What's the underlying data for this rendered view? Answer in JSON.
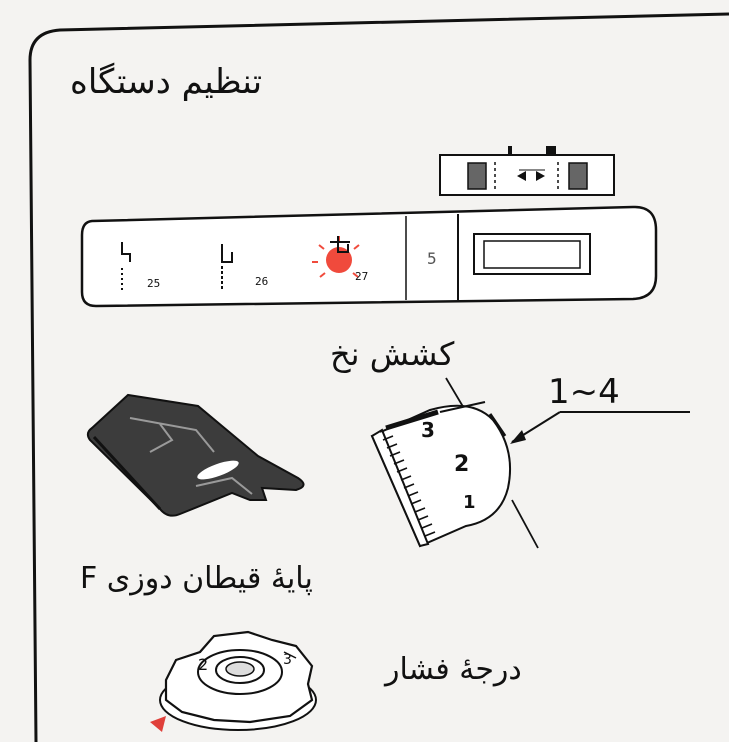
{
  "title": "تنظیم دستگاه",
  "stitch_panel": {
    "numbers": [
      "25",
      "26",
      "27"
    ],
    "window_digit": "5"
  },
  "thread_tension": {
    "label": "کشش نخ",
    "range": "1~4",
    "dial_numbers": [
      "3",
      "2",
      "1"
    ]
  },
  "presser_foot": {
    "label": "پایهٔ قیطان دوزی F"
  },
  "pressure_dial": {
    "label": "درجهٔ فشار",
    "numbers": [
      "2",
      "3"
    ]
  },
  "colors": {
    "highlight": "#f04a3c",
    "marker": "#e0403a",
    "ink": "#111111"
  }
}
